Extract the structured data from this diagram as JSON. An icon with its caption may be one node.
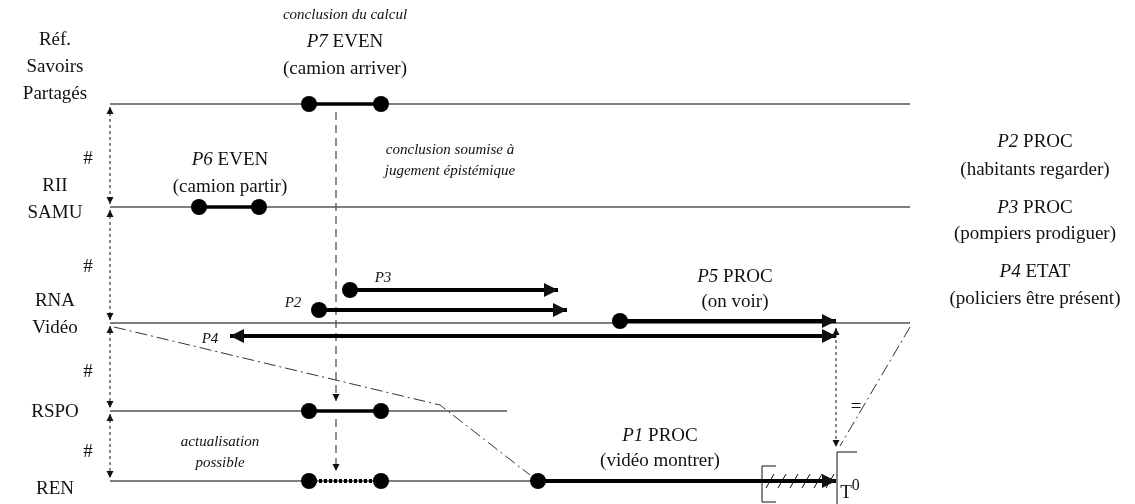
{
  "diagram": {
    "nodes": [
      {
        "text": [],
        "shape": "bar"
      },
      {
        "text": [],
        "shape": "bar"
      },
      {
        "text": [],
        "shape": "bar"
      },
      {
        "text": [],
        "shape": "bar"
      }
    ],
    "edges": [
      {
        "from": 0,
        "to": 2,
        "arrow": "to",
        "style": "dashed"
      },
      {
        "from": 2,
        "to": 3,
        "arrow": "to",
        "style": "dashed"
      }
    ],
    "labels": [
      "conclusion du calcul",
      "*P7* EVEN",
      "(camion arriver)",
      "Réf. Savoirs Partagés",
      "#",
      "*P6* EVEN",
      "(camion partir)",
      "conclusion soumise à jugement épistémique",
      "*P2* PROC",
      "(habitants regarder)",
      "RII SAMU",
      "*P3* PROC",
      "(pompiers prodiguer)",
      "#",
      "P3",
      "*P5* PROC",
      "*P4* ETAT",
      "RNA Vidéo",
      "P2",
      "(on voir)",
      "(policiers être présent)",
      "P4",
      "#",
      "=",
      "RSPO",
      "*P1* PROC",
      "actualisation possible",
      "#",
      "REN",
      "(vidéo montrer)",
      "T$^{0}$"
    ]
  }
}
